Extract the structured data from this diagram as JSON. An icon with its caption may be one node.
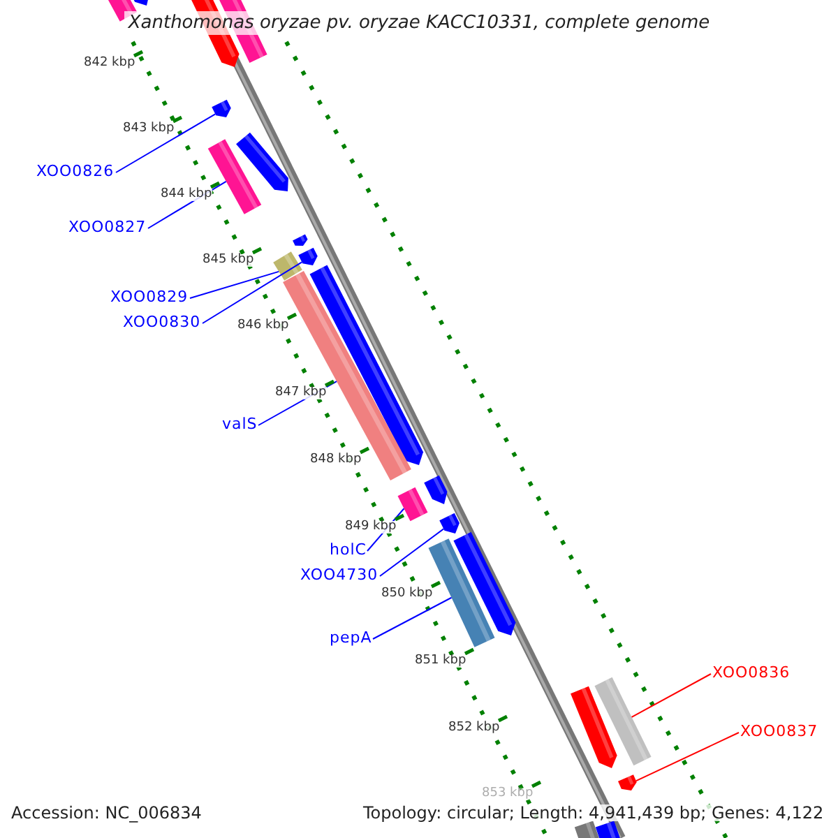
{
  "diagram": {
    "title": "Xanthomonas oryzae pv. oryzae KACC10331, complete genome",
    "nodes": [
      {
        "text": [
          "XOO0826"
        ]
      },
      {
        "text": [
          "XOO0827"
        ]
      },
      {
        "text": [
          "XOO0829"
        ]
      },
      {
        "text": [
          "XOO0830"
        ]
      },
      {
        "text": [
          "valS"
        ]
      },
      {
        "text": [
          "holC"
        ]
      },
      {
        "text": [
          "XOO4730"
        ]
      },
      {
        "text": [
          "pepA"
        ]
      },
      {
        "text": [
          "XOO0836"
        ]
      },
      {
        "text": [
          "XOO0837"
        ]
      },
      {
        "text": [],
        "shape": "bar"
      },
      {
        "text": [],
        "shape": "pentagon"
      },
      {
        "text": [],
        "shape": "pentagon"
      },
      {
        "text": [],
        "shape": "bar"
      },
      {
        "text": [],
        "shape": "pentagon"
      },
      {
        "text": [],
        "shape": "pentagon"
      },
      {
        "text": [],
        "shape": "bar"
      },
      {
        "text": [],
        "shape": "pentagon"
      },
      {
        "text": [],
        "shape": "pentagon"
      },
      {
        "text": [],
        "shape": "bar"
      },
      {
        "text": [],
        "shape": "pentagon"
      },
      {
        "text": [],
        "shape": "bar"
      },
      {
        "text": [],
        "shape": "pentagon"
      },
      {
        "text": [],
        "shape": "bar"
      },
      {
        "text": [],
        "shape": "pentagon"
      },
      {
        "text": [],
        "shape": "pentagon"
      },
      {
        "text": [],
        "shape": "bar"
      },
      {
        "text": [],
        "shape": "bar"
      },
      {
        "text": [],
        "shape": "pentagon"
      },
      {
        "text": [],
        "shape": "pentagon"
      },
      {
        "text": [],
        "shape": "bar"
      },
      {
        "text": [],
        "shape": "bar"
      }
    ],
    "edges": [
      {
        "from": 0,
        "to": 14,
        "arrow": "none"
      },
      {
        "from": 1,
        "to": 16,
        "arrow": "none"
      },
      {
        "from": 2,
        "to": 19,
        "arrow": "none"
      },
      {
        "from": 3,
        "to": 18,
        "arrow": "none"
      },
      {
        "from": 4,
        "to": 21,
        "arrow": "none"
      },
      {
        "from": 5,
        "to": 23,
        "arrow": "none"
      },
      {
        "from": 6,
        "to": 24,
        "arrow": "none"
      },
      {
        "from": 7,
        "to": 26,
        "arrow": "none"
      },
      {
        "from": 8,
        "to": 27,
        "arrow": "none",
        "color": "#ff0000"
      },
      {
        "from": 9,
        "to": 29,
        "arrow": "none",
        "color": "#ff0000"
      }
    ],
    "labels": [
      "842 kbp",
      "843 kbp",
      "844 kbp",
      "845 kbp",
      "846 kbp",
      "847 kbp",
      "848 kbp",
      "849 kbp",
      "850 kbp",
      "851 kbp",
      "852 kbp",
      "853 kbp",
      "Accession: NC_006834",
      "Topology: circular; Length: 4,941,439 bp; Genes: 4,122"
    ]
  }
}
